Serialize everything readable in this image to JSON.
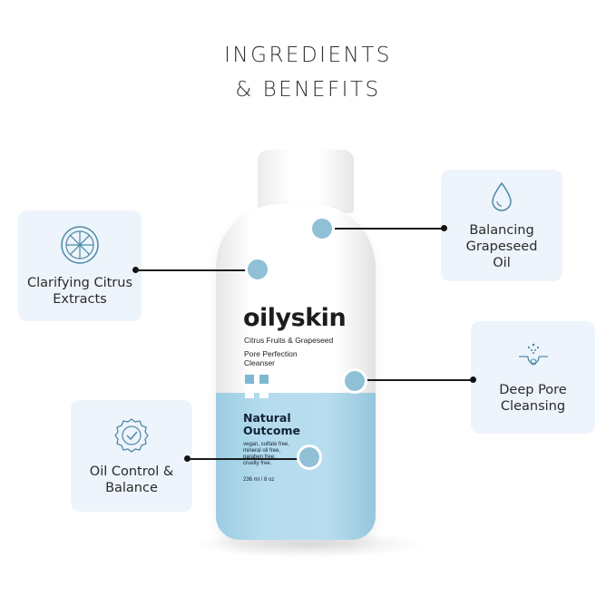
{
  "title": {
    "line1": "INGREDIENTS",
    "line2": "& BENEFITS"
  },
  "colors": {
    "card_bg": "#eef4fb",
    "accent_blue": "#8fc0d6",
    "band_blue": "#b5dcee",
    "line": "#1b1b1b"
  },
  "benefits": [
    {
      "label": "Clarifying Citrus\nExtracts",
      "icon": "citrus-icon"
    },
    {
      "label": "Balancing\nGrapeseed\nOil",
      "icon": "droplet-icon"
    },
    {
      "label": "Deep Pore\nCleansing",
      "icon": "pore-icon"
    },
    {
      "label": "Oil Control &\nBalance",
      "icon": "badge-check-icon"
    }
  ],
  "bottle": {
    "brand": "oilyskin",
    "variant": "Citrus Fruits & Grapeseed",
    "product": "Pore Perfection\nCleanser",
    "tagline": "Natural\nOutcome",
    "claims": "vegan, sulfate free,\nmineral oil free,\nparaben free,\ncruelty free.",
    "volume": "236 ml / 8 oz"
  }
}
